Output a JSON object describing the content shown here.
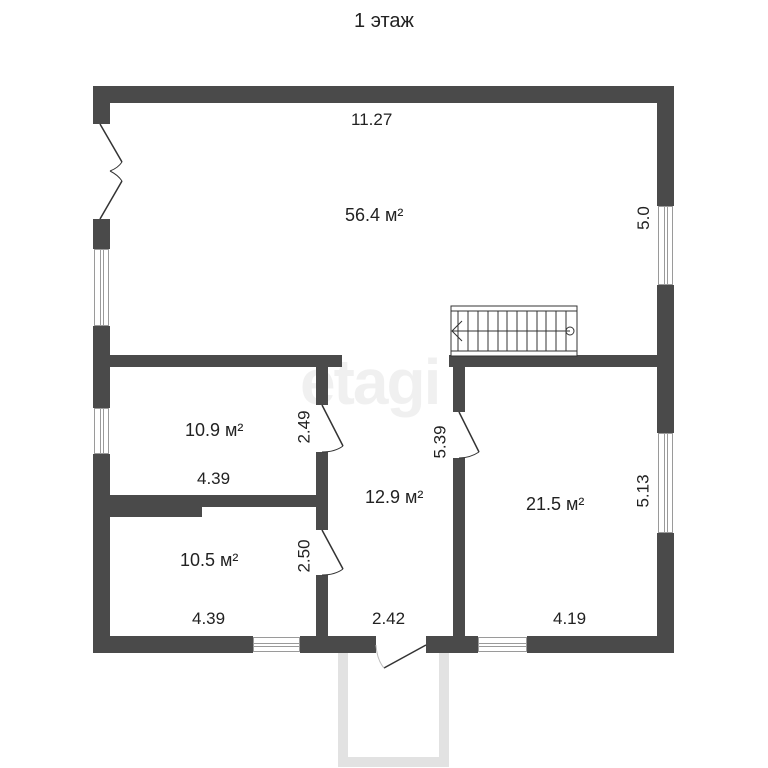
{
  "title": "1 этаж",
  "watermark": "etagi",
  "colors": {
    "wall": "#4a4a4a",
    "background": "#ffffff",
    "porch": "#e6e6e6"
  },
  "rooms": [
    {
      "id": "living",
      "area": "56.4 м²",
      "width": "11.27",
      "depth": "5.0"
    },
    {
      "id": "bedroom-left-top",
      "area": "10.9 м²",
      "width": "4.39",
      "depth": "2.49"
    },
    {
      "id": "bedroom-left-bottom",
      "area": "10.5 м²",
      "width": "4.39",
      "depth": "2.50"
    },
    {
      "id": "hall",
      "area": "12.9 м²",
      "width": "2.42",
      "depth": "5.39"
    },
    {
      "id": "bedroom-right",
      "area": "21.5 м²",
      "width": "4.19",
      "depth": "5.13"
    }
  ],
  "features": {
    "stairs": "staircase",
    "porch": "entrance porch"
  }
}
